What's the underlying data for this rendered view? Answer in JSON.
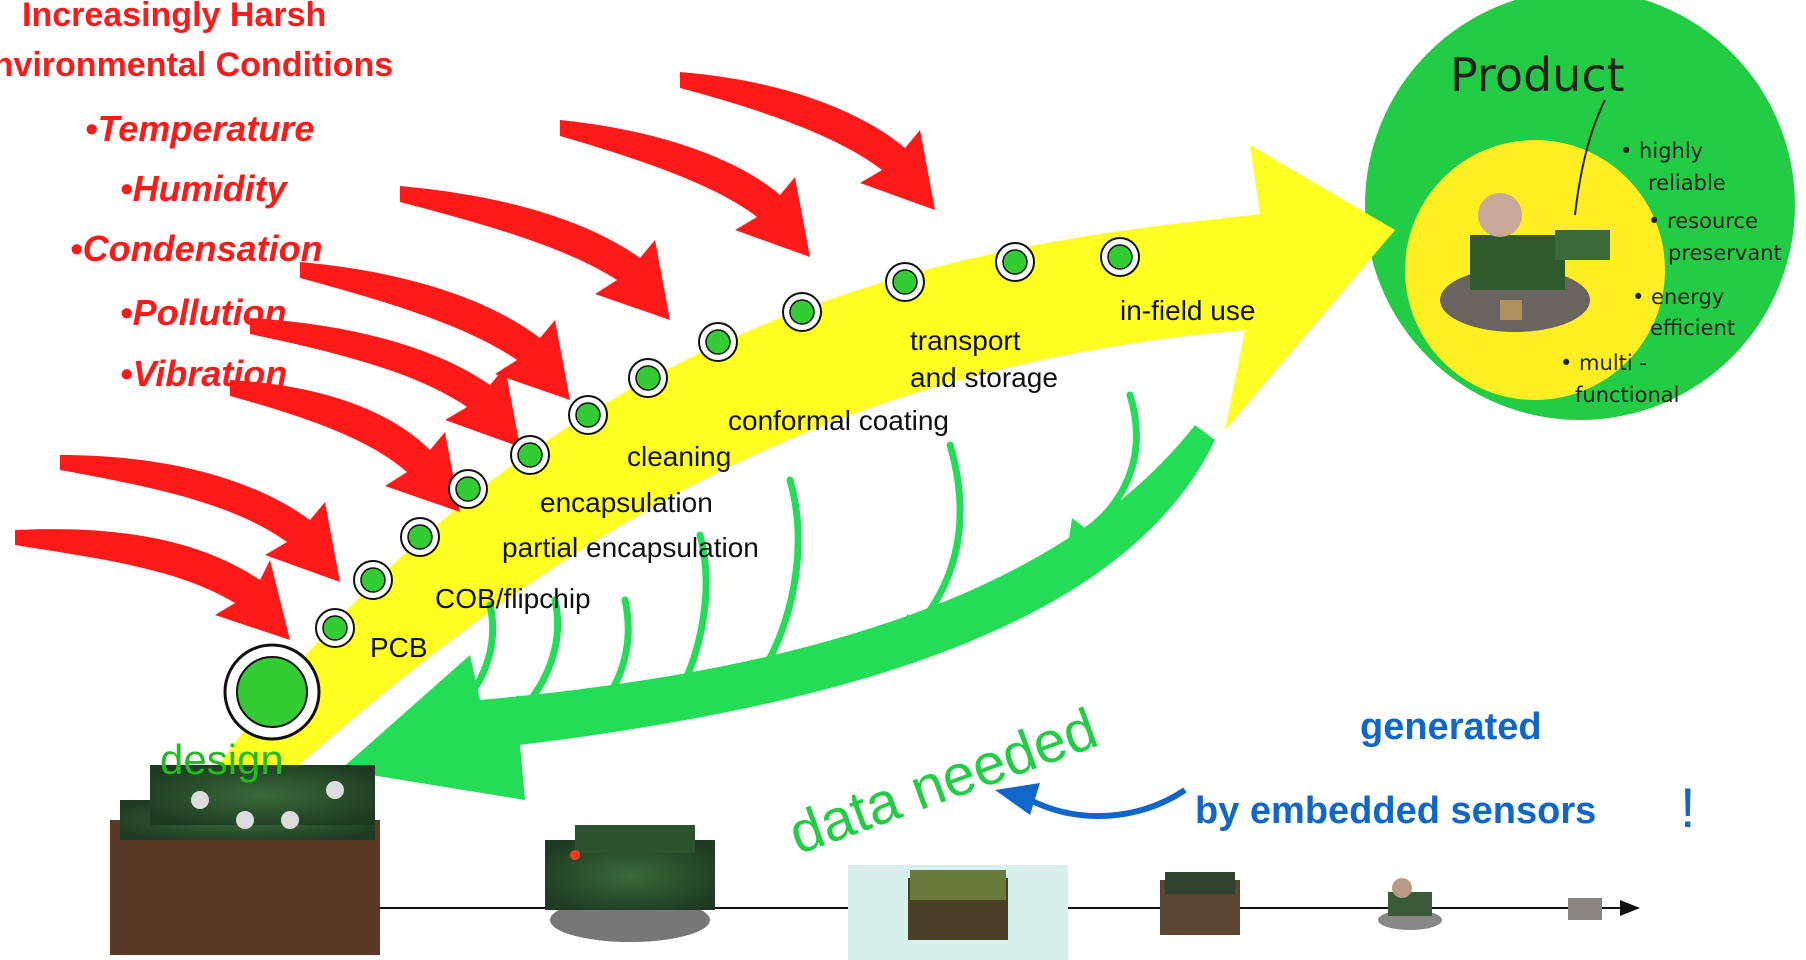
{
  "conditions": {
    "title_line1": "Increasingly Harsh",
    "title_line2": "Environmental Conditions",
    "items": [
      "•Temperature",
      "•Humidity",
      "•Condensation",
      "•Pollution",
      "•Vibration"
    ]
  },
  "steps": [
    "PCB",
    "COB/flipchip",
    "partial encapsulation",
    "encapsulation",
    "cleaning",
    "conformal coating",
    "transport",
    "and storage",
    "in-field use"
  ],
  "design_label": "design",
  "data_needed_label": "data needed",
  "generated": {
    "line1": "generated",
    "line2": "by embedded sensors",
    "exclamation": "!"
  },
  "product": {
    "title": "Product",
    "bullets": [
      "• highly",
      "reliable",
      "• resource",
      "preservant",
      "• energy",
      "efficient",
      "• multi -",
      "functional"
    ]
  },
  "colors": {
    "red_arrow": "#ff1a1a",
    "yellow_arrow": "#ffff22",
    "green_arrow": "#22dd55",
    "node_green": "#33cc33",
    "product_outer": "#22cc44",
    "product_inner": "#ffee22",
    "blue_text": "#1166cc"
  }
}
